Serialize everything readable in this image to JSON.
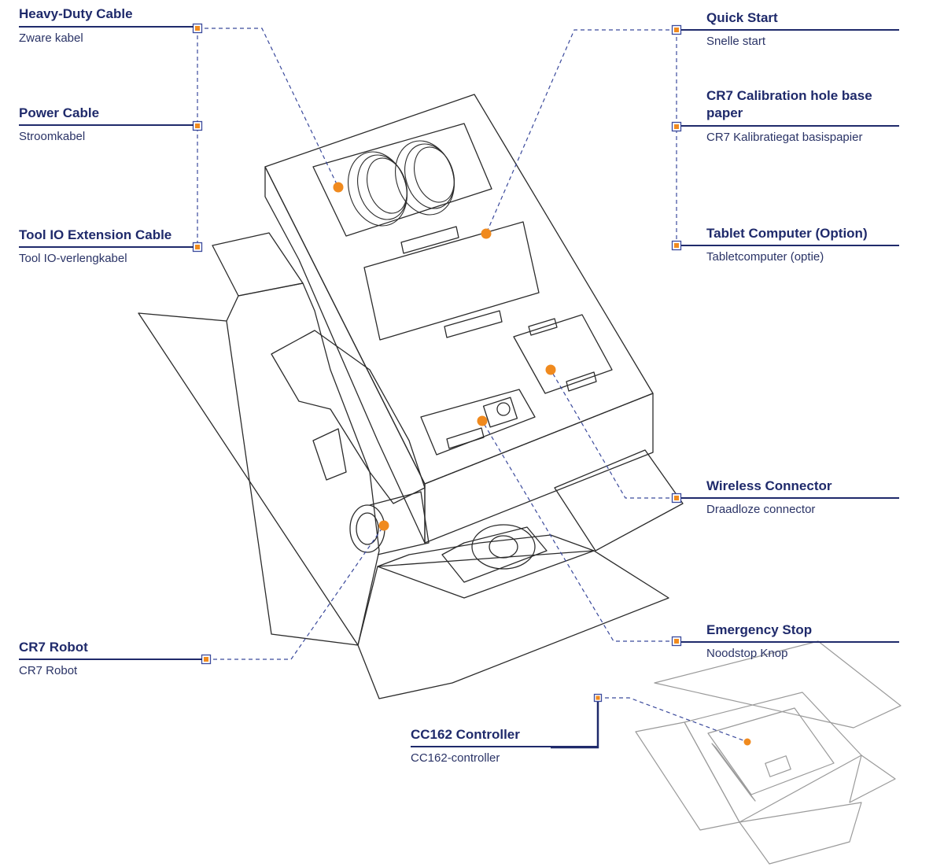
{
  "colors": {
    "navy": "#1f2a6b",
    "dashed_leader": "#3b4a9c",
    "marker_orange": "#f08a1e",
    "line_art": "#2b2b2b",
    "controller_line_art": "#9a9a9a"
  },
  "callouts": {
    "heavy_duty_cable": {
      "en": "Heavy-Duty Cable",
      "nl": "Zware kabel"
    },
    "power_cable": {
      "en": "Power Cable",
      "nl": "Stroomkabel"
    },
    "tool_io_extension_cable": {
      "en": "Tool IO Extension Cable",
      "nl": "Tool IO-verlengkabel"
    },
    "cr7_robot": {
      "en": "CR7 Robot",
      "nl": "CR7 Robot"
    },
    "quick_start": {
      "en": "Quick Start",
      "nl": "Snelle start"
    },
    "calibration_paper": {
      "en": "CR7 Calibration hole base paper",
      "nl": "CR7 Kalibratiegat basispapier"
    },
    "tablet_computer": {
      "en": "Tablet Computer (Option)",
      "nl": "Tabletcomputer (optie)"
    },
    "wireless_connector": {
      "en": "Wireless Connector",
      "nl": "Draadloze connector"
    },
    "emergency_stop": {
      "en": "Emergency Stop",
      "nl": "Noodstop Knop"
    },
    "cc162_controller": {
      "en": "CC162 Controller",
      "nl": "CC162-controller"
    }
  }
}
